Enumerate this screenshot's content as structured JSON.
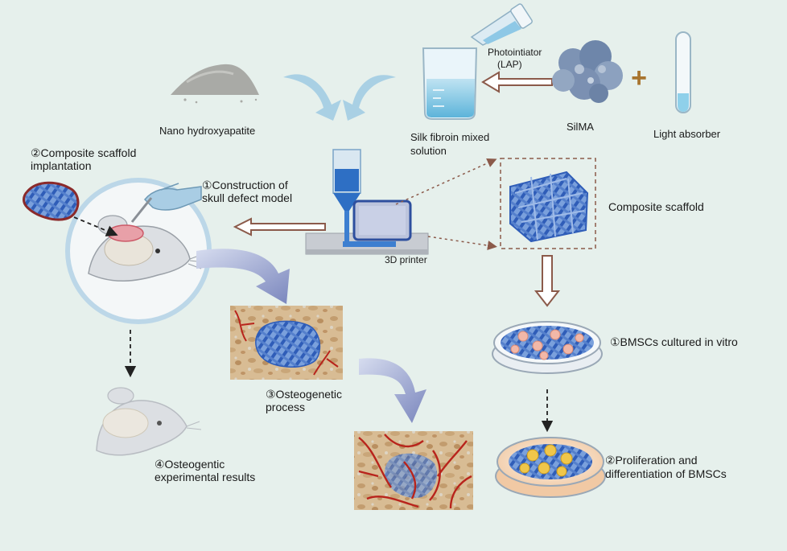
{
  "labels": {
    "nano_ha": "Nano hydroxyapatite",
    "photoinitiator_line1": "Photointiator",
    "photoinitiator_line2": "(LAP)",
    "silk_line1": "Silk fibroin mixed",
    "silk_line2": "solution",
    "silma": "SilMA",
    "plus": "+",
    "light_absorber": "Light absorber",
    "implant_line1": "②Composite scaffold",
    "implant_line2": "implantation",
    "skull_line1": "①Construction of",
    "skull_line2": "skull defect model",
    "composite_scaffold": "Composite scaffold",
    "printer": "3D printer",
    "bmsc_culture": "①BMSCs cultured in vitro",
    "osteo_process_line1": "③Osteogenetic",
    "osteo_process_line2": "process",
    "osteo_results_line1": "④Osteogentic",
    "osteo_results_line2": "experimental results",
    "prolif_line1": "②Proliferation and",
    "prolif_line2": "differentiation of BMSCs"
  },
  "colors": {
    "background": "#e6f0ec",
    "scaffold_blue": "#3f6fc4",
    "flow_arrow": "#8a95c4",
    "brown_arrow": "#8b5a4a",
    "vessel_red": "#b8241c",
    "bone_tan": "#d9bc95",
    "defect_pink": "#e8a0a8"
  }
}
